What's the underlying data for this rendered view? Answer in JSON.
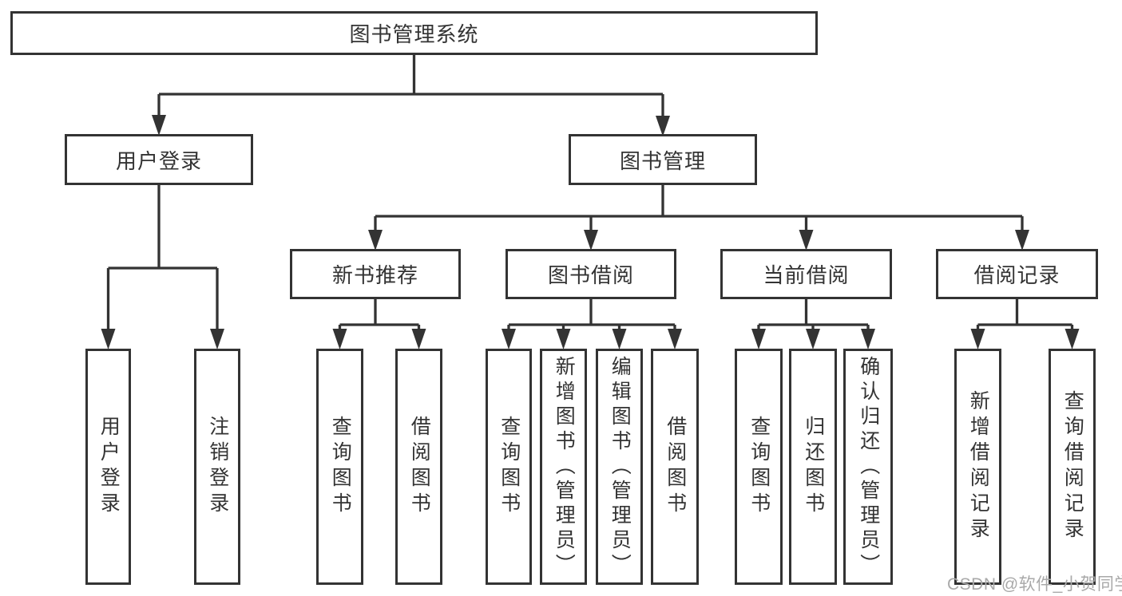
{
  "root": {
    "label": "图书管理系统"
  },
  "level2": [
    {
      "label": "用户登录"
    },
    {
      "label": "图书管理"
    }
  ],
  "level3": [
    {
      "label": "新书推荐"
    },
    {
      "label": "图书借阅"
    },
    {
      "label": "当前借阅"
    },
    {
      "label": "借阅记录"
    }
  ],
  "leaves": [
    {
      "label": "用户登录"
    },
    {
      "label": "注销登录"
    },
    {
      "label": "查询图书"
    },
    {
      "label": "借阅图书"
    },
    {
      "label": "查询图书"
    },
    {
      "label": "新增图书（管理员）"
    },
    {
      "label": "编辑图书（管理员）"
    },
    {
      "label": "借阅图书"
    },
    {
      "label": "查询图书"
    },
    {
      "label": "归还图书"
    },
    {
      "label": "确认归还（管理员）"
    },
    {
      "label": "新增借阅记录"
    },
    {
      "label": "查询借阅记录"
    }
  ],
  "watermark": {
    "label": "CSDN @软件_小贺同学"
  },
  "colors": {
    "line": "#333333",
    "text": "#333333",
    "watermark": "#a9a9a9",
    "background": "#ffffff"
  }
}
